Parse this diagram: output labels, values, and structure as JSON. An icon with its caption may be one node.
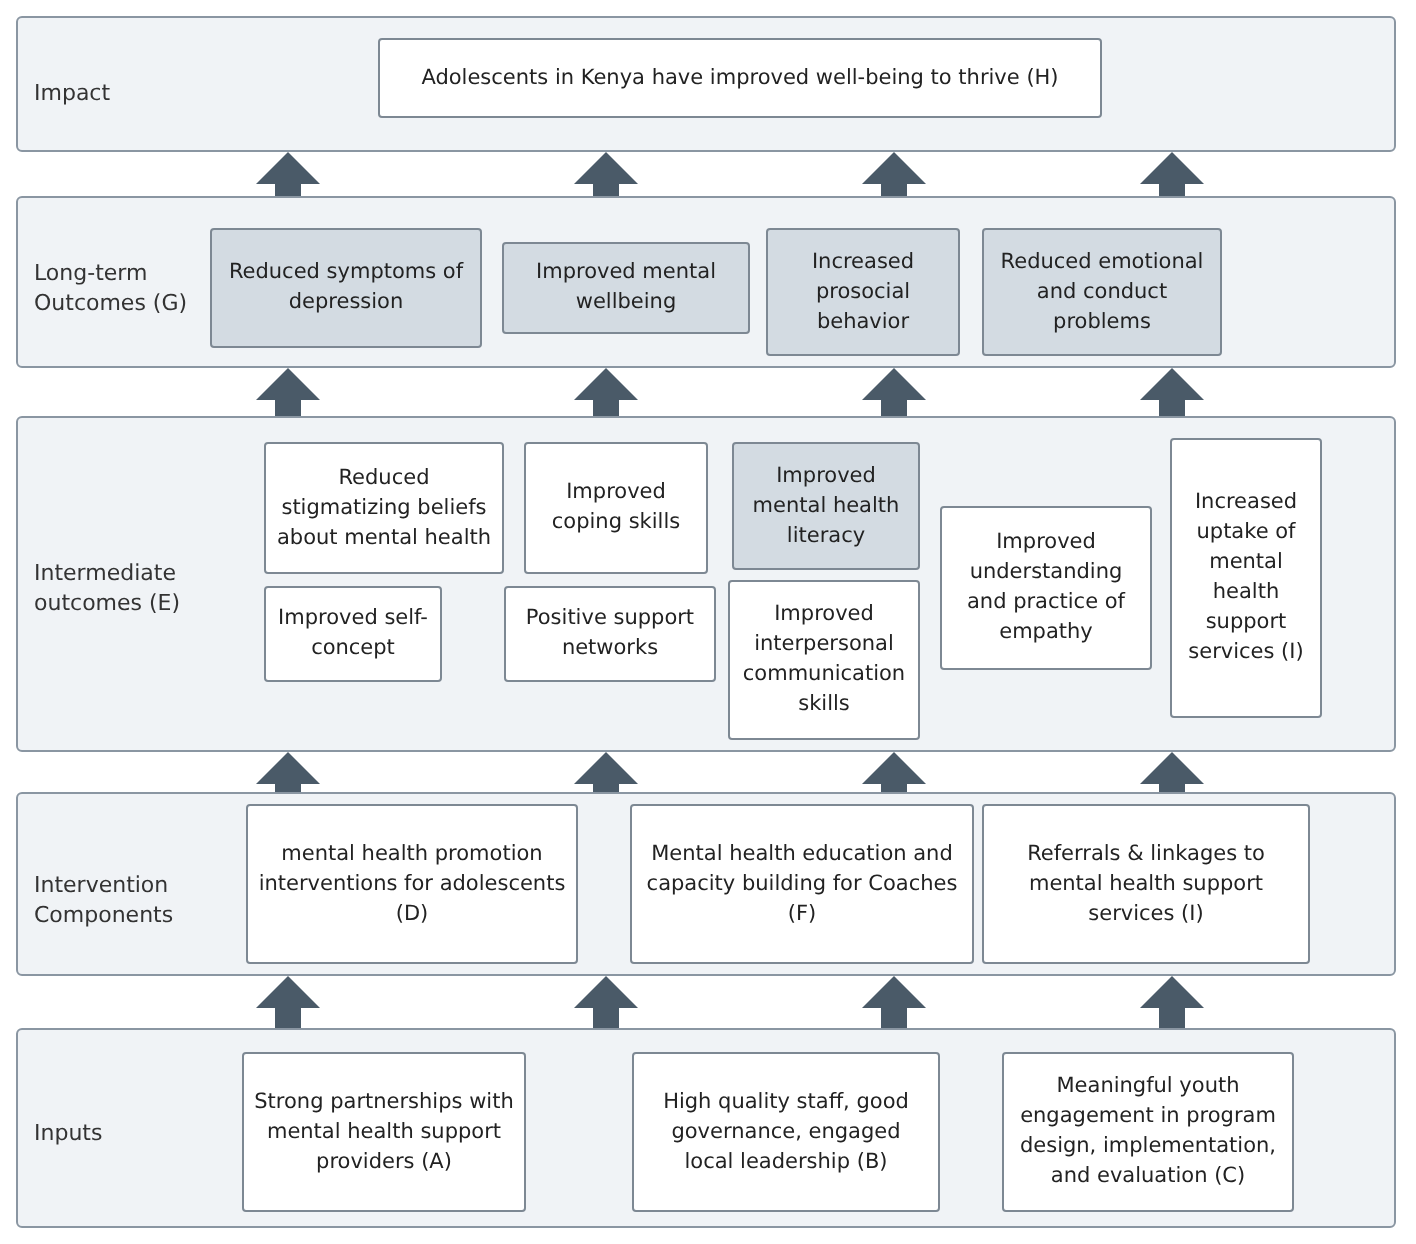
{
  "diagram": {
    "nodes": [
      {
        "text": [
          "Impact"
        ]
      },
      {
        "text": [
          "Adolescents in Kenya have improved well-being to thrive (H)"
        ],
        "in": 0
      },
      {
        "text": [
          "Long-term Outcomes (G)"
        ]
      },
      {
        "text": [
          "Reduced symptoms of depression"
        ],
        "in": 2
      },
      {
        "text": [
          "Improved mental wellbeing"
        ],
        "in": 2
      },
      {
        "text": [
          "Increased prosocial behavior"
        ],
        "in": 2
      },
      {
        "text": [
          "Reduced emotional and conduct problems"
        ],
        "in": 2
      },
      {
        "text": [
          "Intermediate outcomes (E)"
        ]
      },
      {
        "text": [
          "Reduced stigmatizing beliefs about mental health"
        ],
        "in": 7
      },
      {
        "text": [
          "Improved coping skills"
        ],
        "in": 7
      },
      {
        "text": [
          "Improved mental health literacy"
        ],
        "in": 7
      },
      {
        "text": [
          "Improved understanding and practice of empathy"
        ],
        "in": 7
      },
      {
        "text": [
          "Increased uptake of mental health support services (I)"
        ],
        "in": 7
      },
      {
        "text": [
          "Improved self-concept"
        ],
        "in": 7
      },
      {
        "text": [
          "Positive support networks"
        ],
        "in": 7
      },
      {
        "text": [
          "Improved interpersonal communication skills"
        ],
        "in": 7
      },
      {
        "text": [
          "Intervention Components"
        ]
      },
      {
        "text": [
          "mental health promotion interventions for adolescents (D)"
        ],
        "in": 16
      },
      {
        "text": [
          "Mental health education and capacity building for Coaches (F)"
        ],
        "in": 16
      },
      {
        "text": [
          "Referrals & linkages to mental health support services (I)"
        ],
        "in": 16
      },
      {
        "text": [
          "Inputs"
        ]
      },
      {
        "text": [
          "Strong partnerships with mental health support providers (A)"
        ],
        "in": 20
      },
      {
        "text": [
          "High quality staff, good governance, engaged local leadership (B)"
        ],
        "in": 20
      },
      {
        "text": [
          "Meaningful youth engagement in program design, implementation, and evaluation (C)"
        ],
        "in": 20
      }
    ],
    "edges": [
      {
        "from": 20,
        "to": 16,
        "arrow": "to"
      },
      {
        "from": 20,
        "to": 16,
        "arrow": "to"
      },
      {
        "from": 20,
        "to": 16,
        "arrow": "to"
      },
      {
        "from": 20,
        "to": 16,
        "arrow": "to"
      },
      {
        "from": 16,
        "to": 7,
        "arrow": "to"
      },
      {
        "from": 16,
        "to": 7,
        "arrow": "to"
      },
      {
        "from": 16,
        "to": 7,
        "arrow": "to"
      },
      {
        "from": 16,
        "to": 7,
        "arrow": "to"
      },
      {
        "from": 7,
        "to": 2,
        "arrow": "to"
      },
      {
        "from": 7,
        "to": 2,
        "arrow": "to"
      },
      {
        "from": 7,
        "to": 2,
        "arrow": "to"
      },
      {
        "from": 7,
        "to": 2,
        "arrow": "to"
      },
      {
        "from": 2,
        "to": 0,
        "arrow": "to"
      },
      {
        "from": 2,
        "to": 0,
        "arrow": "to"
      },
      {
        "from": 2,
        "to": 0,
        "arrow": "to"
      },
      {
        "from": 2,
        "to": 0,
        "arrow": "to"
      }
    ]
  }
}
